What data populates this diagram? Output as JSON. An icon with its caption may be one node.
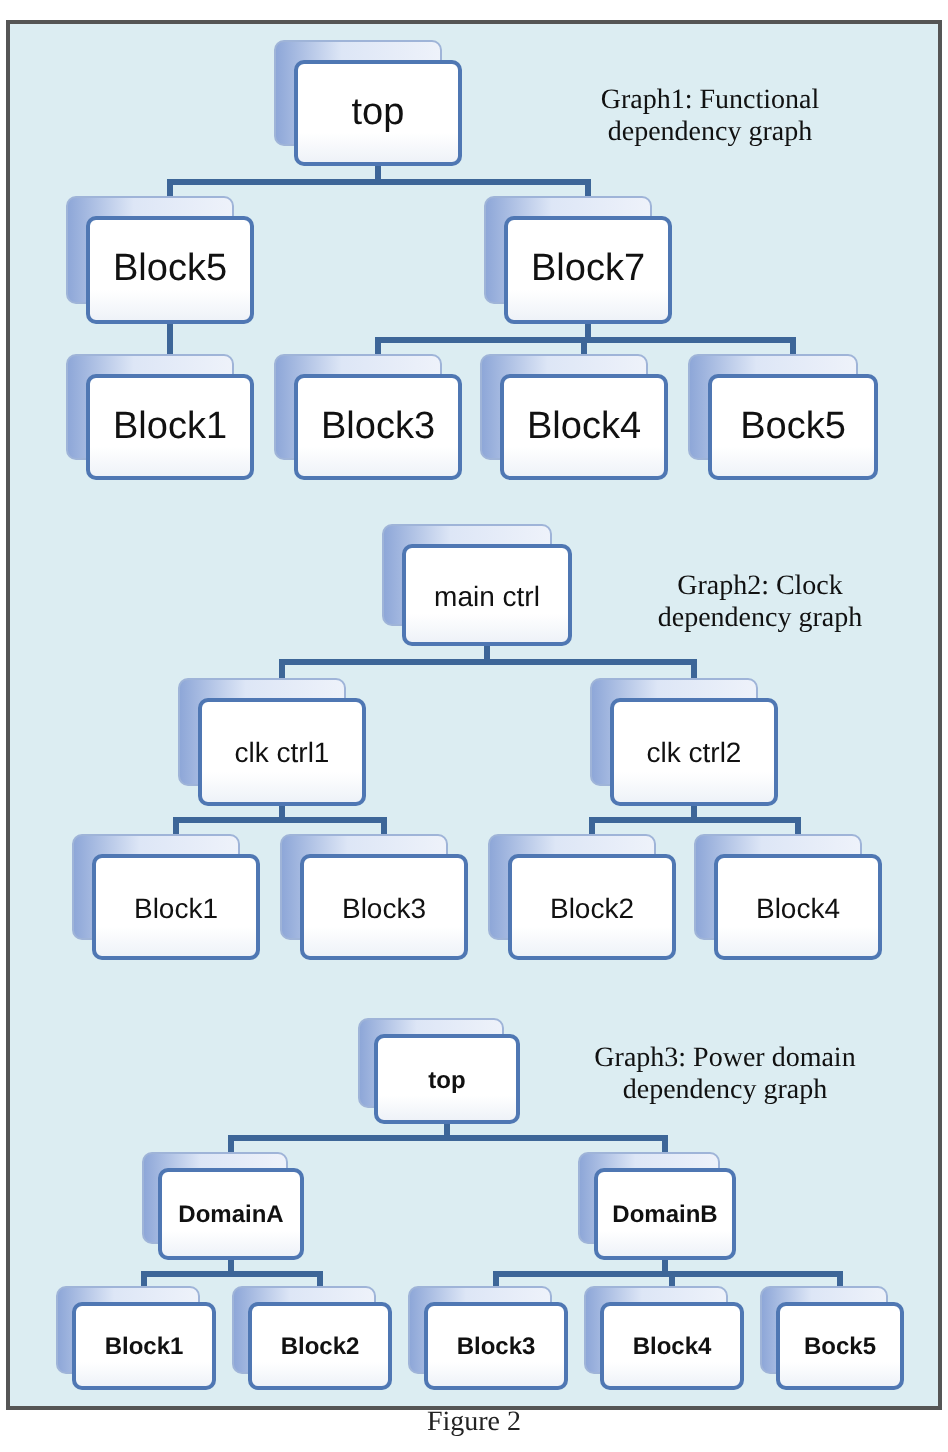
{
  "diagram": {
    "caption": "Figure 2",
    "nodes": [
      {
        "text": [
          "top"
        ]
      },
      {
        "text": [
          "Block5"
        ]
      },
      {
        "text": [
          "Block7"
        ]
      },
      {
        "text": [
          "Block1"
        ]
      },
      {
        "text": [
          "Block3"
        ]
      },
      {
        "text": [
          "Block4"
        ]
      },
      {
        "text": [
          "Bock5"
        ]
      },
      {
        "text": [
          "main ctrl"
        ]
      },
      {
        "text": [
          "clk ctrl1"
        ]
      },
      {
        "text": [
          "clk ctrl2"
        ]
      },
      {
        "text": [
          "Block1"
        ]
      },
      {
        "text": [
          "Block3"
        ]
      },
      {
        "text": [
          "Block2"
        ]
      },
      {
        "text": [
          "Block4"
        ]
      },
      {
        "text": [
          "top"
        ]
      },
      {
        "text": [
          "DomainA"
        ]
      },
      {
        "text": [
          "DomainB"
        ]
      },
      {
        "text": [
          "Block1"
        ]
      },
      {
        "text": [
          "Block2"
        ]
      },
      {
        "text": [
          "Block3"
        ]
      },
      {
        "text": [
          "Block4"
        ]
      },
      {
        "text": [
          "Bock5"
        ]
      }
    ],
    "edges": [
      {
        "from": 0,
        "to": 1,
        "arrow": "none"
      },
      {
        "from": 0,
        "to": 2,
        "arrow": "none"
      },
      {
        "from": 1,
        "to": 3,
        "arrow": "none"
      },
      {
        "from": 2,
        "to": 4,
        "arrow": "none"
      },
      {
        "from": 2,
        "to": 5,
        "arrow": "none"
      },
      {
        "from": 2,
        "to": 6,
        "arrow": "none"
      },
      {
        "from": 7,
        "to": 8,
        "arrow": "none"
      },
      {
        "from": 7,
        "to": 9,
        "arrow": "none"
      },
      {
        "from": 8,
        "to": 10,
        "arrow": "none"
      },
      {
        "from": 8,
        "to": 11,
        "arrow": "none"
      },
      {
        "from": 9,
        "to": 12,
        "arrow": "none"
      },
      {
        "from": 9,
        "to": 13,
        "arrow": "none"
      },
      {
        "from": 14,
        "to": 15,
        "arrow": "none"
      },
      {
        "from": 14,
        "to": 16,
        "arrow": "none"
      },
      {
        "from": 15,
        "to": 17,
        "arrow": "none"
      },
      {
        "from": 15,
        "to": 18,
        "arrow": "none"
      },
      {
        "from": 16,
        "to": 19,
        "arrow": "none"
      },
      {
        "from": 16,
        "to": 20,
        "arrow": "none"
      },
      {
        "from": 16,
        "to": 21,
        "arrow": "none"
      }
    ],
    "labels": [
      "Graph1: Functional dependency graph",
      "Graph2: Clock dependency graph",
      "Graph3: Power domain dependency graph"
    ]
  }
}
